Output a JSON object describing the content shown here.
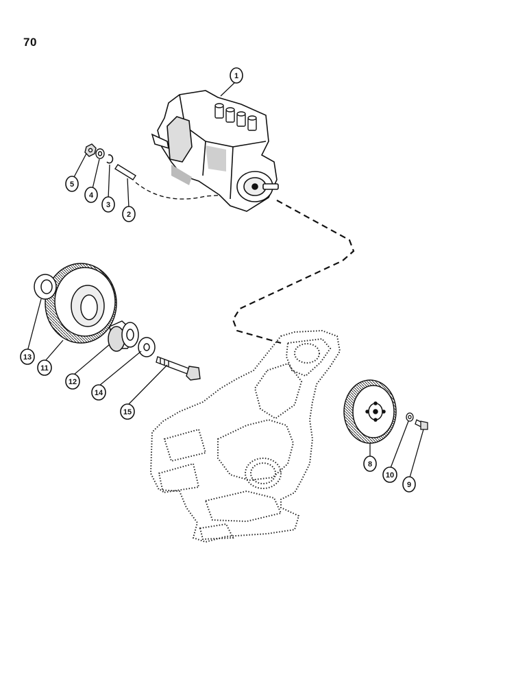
{
  "page": {
    "number": "70"
  },
  "callouts": [
    "1",
    "2",
    "3",
    "4",
    "5",
    "8",
    "9",
    "10",
    "11",
    "12",
    "13",
    "14",
    "15"
  ],
  "parts": [
    {
      "ref": "1",
      "icon": "injection-pump-icon"
    },
    {
      "ref": "2",
      "icon": "dowel-pin-icon"
    },
    {
      "ref": "3",
      "icon": "lock-ring-icon"
    },
    {
      "ref": "4",
      "icon": "washer-icon"
    },
    {
      "ref": "5",
      "icon": "nut-icon"
    },
    {
      "ref": "8",
      "icon": "pump-drive-gear-icon"
    },
    {
      "ref": "9",
      "icon": "bolt-icon"
    },
    {
      "ref": "10",
      "icon": "washer-icon"
    },
    {
      "ref": "11",
      "icon": "idler-gear-icon"
    },
    {
      "ref": "12",
      "icon": "bushing-icon"
    },
    {
      "ref": "13",
      "icon": "thrust-washer-icon"
    },
    {
      "ref": "14",
      "icon": "washer-icon"
    },
    {
      "ref": "15",
      "icon": "bolt-icon"
    }
  ],
  "colors": {
    "ink": "#111111",
    "background": "#ffffff"
  }
}
